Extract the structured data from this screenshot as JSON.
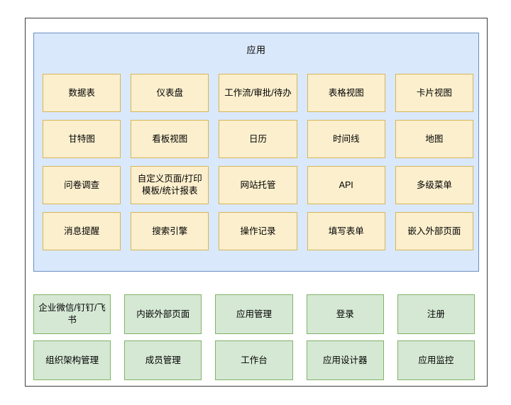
{
  "diagram": {
    "title": "应用",
    "colors": {
      "app_container_fill": "#dae8fc",
      "app_container_border": "#6c8ebf",
      "feature_fill": "#fcefcd",
      "feature_border": "#d6b656",
      "platform_fill": "#d5e8d4",
      "platform_border": "#82b366",
      "outer_border": "#3d3d3d",
      "page_background": "#ffffff"
    },
    "features": [
      {
        "label": "数据表"
      },
      {
        "label": "仪表盘"
      },
      {
        "label": "工作流/审批/待办"
      },
      {
        "label": "表格视图"
      },
      {
        "label": "卡片视图"
      },
      {
        "label": "甘特图"
      },
      {
        "label": "看板视图"
      },
      {
        "label": "日历"
      },
      {
        "label": "时间线"
      },
      {
        "label": "地图"
      },
      {
        "label": "问卷调查"
      },
      {
        "label": "自定义页面/打印\n模板/统计报表"
      },
      {
        "label": "网站托管"
      },
      {
        "label": "API"
      },
      {
        "label": "多级菜单"
      },
      {
        "label": "消息提醒"
      },
      {
        "label": "搜索引擎"
      },
      {
        "label": "操作记录"
      },
      {
        "label": "填写表单"
      },
      {
        "label": "嵌入外部页面"
      }
    ],
    "platform": [
      {
        "label": "企业微信/钉钉/飞\n书"
      },
      {
        "label": "内嵌外部页面"
      },
      {
        "label": "应用管理"
      },
      {
        "label": "登录"
      },
      {
        "label": "注册"
      },
      {
        "label": "组织架构管理"
      },
      {
        "label": "成员管理"
      },
      {
        "label": "工作台"
      },
      {
        "label": "应用设计器"
      },
      {
        "label": "应用监控"
      }
    ]
  }
}
